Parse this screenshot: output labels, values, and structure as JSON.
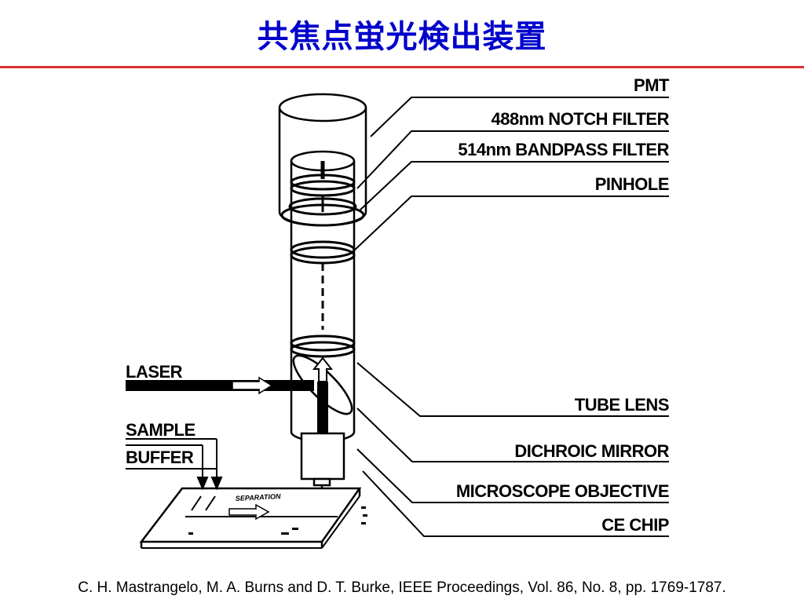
{
  "title": "共焦点蛍光検出装置",
  "colors": {
    "title": "#0000cc",
    "rule": "#e03030",
    "ink": "#000000"
  },
  "labels": {
    "pmt": "PMT",
    "notch": "488nm NOTCH FILTER",
    "bandpass": "514nm BANDPASS FILTER",
    "pinhole": "PINHOLE",
    "tube_lens": "TUBE LENS",
    "dichroic": "DICHROIC MIRROR",
    "objective": "MICROSCOPE OBJECTIVE",
    "ce_chip": "CE CHIP",
    "laser": "LASER",
    "sample": "SAMPLE",
    "buffer": "BUFFER"
  },
  "chip_text": "SEPARATION",
  "citation": "C. H. Mastrangelo, M. A. Burns and D. T. Burke, IEEE Proceedings, Vol. 86, No. 8, pp. 1769-1787."
}
